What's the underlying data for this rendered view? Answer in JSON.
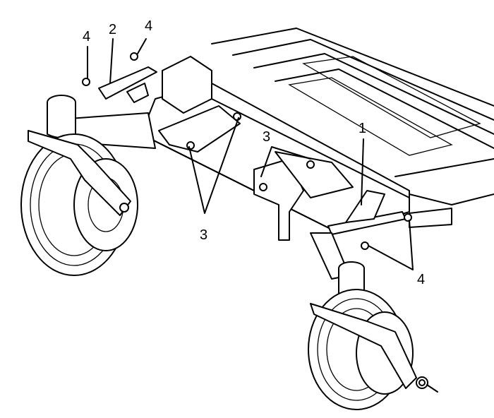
{
  "figure": {
    "callouts": [
      {
        "id": "callout-4-top-left",
        "text": "4"
      },
      {
        "id": "callout-2",
        "text": "2"
      },
      {
        "id": "callout-4-top",
        "text": "4"
      },
      {
        "id": "callout-3-center",
        "text": "3"
      },
      {
        "id": "callout-1",
        "text": "1"
      },
      {
        "id": "callout-3-bottom",
        "text": "3"
      },
      {
        "id": "callout-4-right",
        "text": "4"
      }
    ]
  }
}
